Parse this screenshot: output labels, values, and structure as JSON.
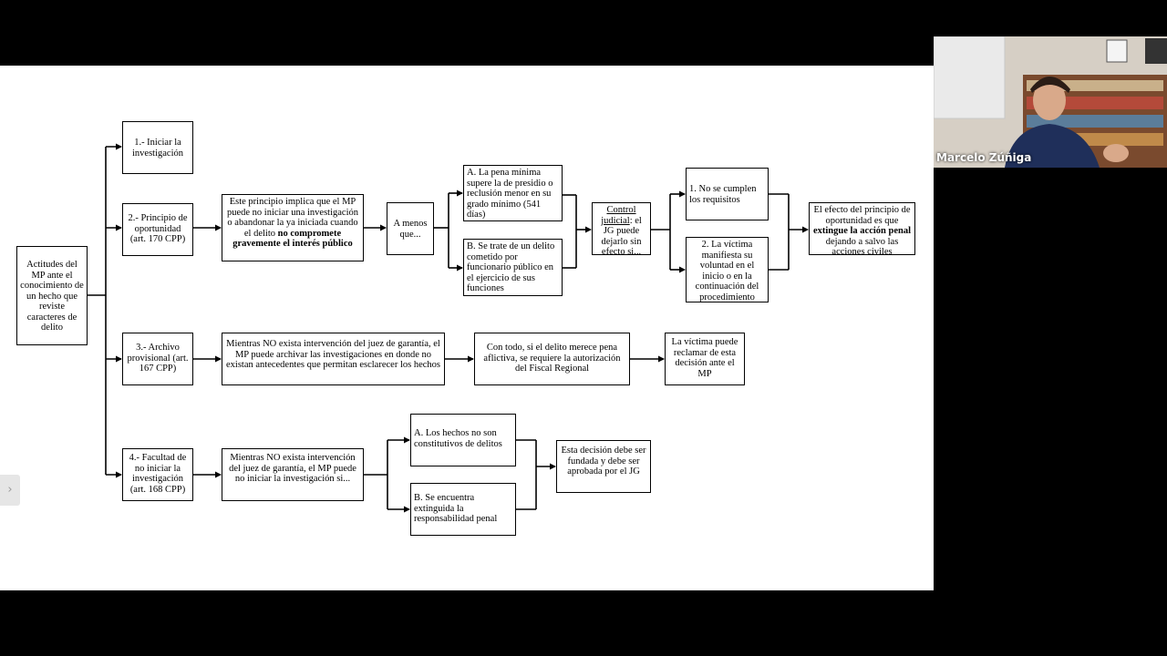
{
  "participant": {
    "name": "Marcelo Zúñiga"
  },
  "side_panel": {
    "toggle_icon": "chevron-right-icon",
    "glyph": "›"
  },
  "diagram": {
    "root": "Actitudes del MP ante el conocimiento de un hecho que reviste caracteres de delito",
    "b1": "1.- Iniciar la investigación",
    "b2": "2.- Principio de oportunidad (art. 170 CPP)",
    "b2_desc": {
      "pre": "Este principio implica que el MP puede no iniciar una investigación o abandonar la ya iniciada cuando el delito ",
      "bold": "no compromete gravemente el interés público"
    },
    "a_menos": "A menos que...",
    "cond_a": "A. La pena mínima supere la de presidio o reclusión menor en su grado mínimo (541 días)",
    "cond_b": "B. Se trate de un delito cometido por funcionario público en el ejercicio de sus funciones",
    "control": {
      "underlined": "Control judicial",
      "rest": ": el JG puede dejarlo sin efecto si..."
    },
    "req_1": "1. No se cumplen los requisitos",
    "req_2": "2. La víctima manifiesta su voluntad en el inicio o en la continuación del procedimiento",
    "effect": {
      "pre": "El efecto del principio de oportunidad es que ",
      "bold": "extingue la acción penal",
      "post": " dejando a salvo las acciones civiles"
    },
    "b3": "3.- Archivo provisional (art. 167 CPP)",
    "b3_desc": "Mientras NO exista intervención del juez de garantía, el MP puede archivar las investigaciones en donde no existan antecedentes que permitan esclarecer los hechos",
    "b3_fiscal": "Con todo, si el delito merece pena aflictiva, se requiere la autorización del Fiscal Regional",
    "b3_victim": "La víctima puede reclamar de esta decisión ante el MP",
    "b4": "4.- Facultad de no iniciar la investigación (art. 168 CPP)",
    "b4_desc": "Mientras NO exista intervención del juez de garantía, el MP puede no iniciar la investigación si...",
    "b4_a": "A. Los hechos no son constitutivos de delitos",
    "b4_b": "B. Se encuentra extinguida la responsabilidad penal",
    "b4_result": "Esta decisión debe ser fundada y debe ser aprobada por el JG"
  }
}
